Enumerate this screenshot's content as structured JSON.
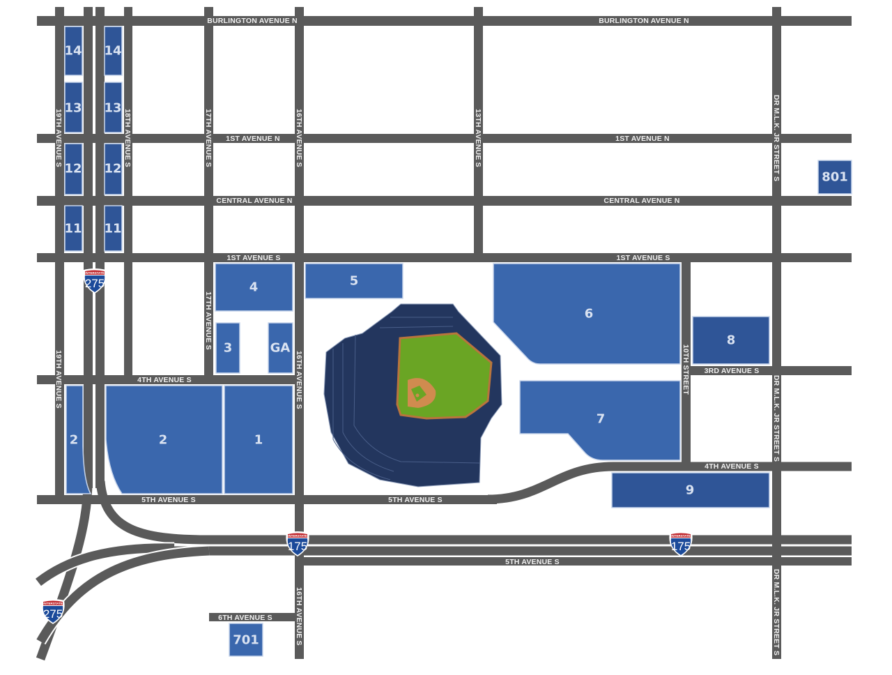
{
  "colors": {
    "road": "#5a5a5a",
    "lot": "#3a67ad",
    "lot_dark": "#2f5597",
    "field": "#6aa524",
    "stands": "#23365e",
    "interstate_red": "#c0272d",
    "interstate_blue": "#1b4a9a"
  },
  "streets": {
    "burlington_1": "BURLINGTON AVENUE N",
    "burlington_2": "BURLINGTON AVENUE N",
    "first_n_1": "1ST AVENUE N",
    "first_n_2": "1ST AVENUE N",
    "central_1": "CENTRAL AVENUE N",
    "central_2": "CENTRAL AVENUE N",
    "first_s_1": "1ST AVENUE S",
    "first_s_2": "1ST AVENUE S",
    "third_s": "3RD AVENUE S",
    "fourth_s_1": "4TH AVENUE S",
    "fourth_s_2": "4TH AVENUE S",
    "fifth_s_1": "5TH AVENUE S",
    "fifth_s_2": "5TH AVENUE S",
    "fifth_s_3": "5TH AVENUE S",
    "sixth_s": "6TH AVENUE S",
    "nineteenth_1": "19TH AVENUE S",
    "nineteenth_2": "19TH AVENUE S",
    "eighteenth": "18TH AVENUE S",
    "seventeenth_1": "17TH AVENUE S",
    "seventeenth_2": "17TH AVENUE S",
    "sixteenth_1": "16TH AVENUE S",
    "sixteenth_2": "16TH AVENUE S",
    "sixteenth_3": "16TH AVENUE S",
    "thirteenth": "13TH AVENUE S",
    "tenth": "10TH STREET",
    "mlk_1": "DR M.L.K. JR STREET S",
    "mlk_2": "DR M.L.K. JR STREET S",
    "mlk_3": "DR M.L.K. JR STREET S"
  },
  "lots": {
    "l14a": "14",
    "l14b": "14",
    "l13a": "13",
    "l13b": "13",
    "l12a": "12",
    "l12b": "12",
    "l11a": "11",
    "l11b": "11",
    "l801": "801",
    "l4": "4",
    "l5": "5",
    "l3": "3",
    "lga": "GA",
    "l6": "6",
    "l7": "7",
    "l8": "8",
    "l9": "9",
    "l2a": "2",
    "l2b": "2",
    "l1": "1",
    "l701": "701"
  },
  "shields": {
    "caption": "INTERSTATE",
    "i275_a": "275",
    "i275_b": "275",
    "i175_a": "175",
    "i175_b": "175"
  }
}
